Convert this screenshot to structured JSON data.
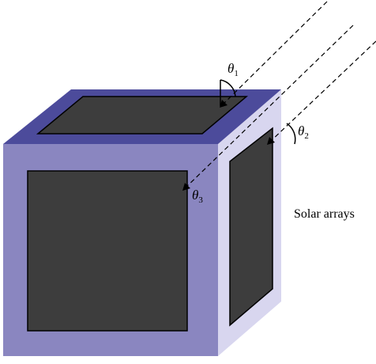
{
  "colors": {
    "front_face": "#8a86c0",
    "top_face": "#4c4b9b",
    "right_face": "#d8d6ef",
    "panel": "#3d3d3d",
    "outline": "#000000"
  },
  "angles": [
    {
      "symbol": "θ",
      "subscript": "1"
    },
    {
      "symbol": "θ",
      "subscript": "2"
    },
    {
      "symbol": "θ",
      "subscript": "3"
    }
  ],
  "solar_label": "Solar arrays"
}
